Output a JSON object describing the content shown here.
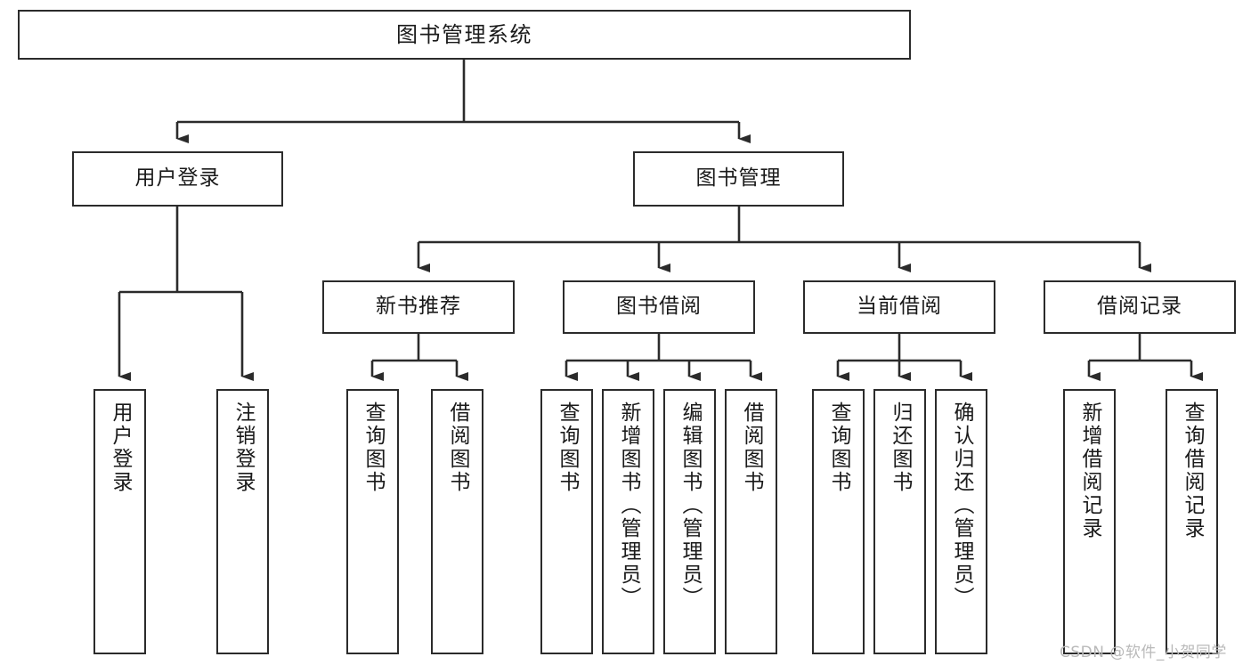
{
  "diagram": {
    "title": "图书管理系统",
    "type": "tree-hierarchy-diagram",
    "watermark": "CSDN @软件_小贺同学",
    "colors": {
      "background": "#ffffff",
      "box_border": "#2b2b2b",
      "box_fill": "#ffffff",
      "connector": "#2b2b2b",
      "text": "#1a1a1a",
      "watermark": "#b9b9b9"
    }
  },
  "nodes": {
    "root": {
      "label": "图书管理系统"
    },
    "level2": [
      {
        "id": "user-login",
        "label": "用户登录"
      },
      {
        "id": "book-management",
        "label": "图书管理"
      }
    ],
    "level3": [
      {
        "id": "new-book-recommend",
        "label": "新书推荐"
      },
      {
        "id": "book-borrow",
        "label": "图书借阅"
      },
      {
        "id": "current-borrow",
        "label": "当前借阅"
      },
      {
        "id": "borrow-record",
        "label": "借阅记录"
      }
    ],
    "leaves": {
      "user-login": [
        {
          "id": "leaf-user-login",
          "label": "用户登录"
        },
        {
          "id": "leaf-logout-login",
          "label": "注销登录"
        }
      ],
      "new-book-recommend": [
        {
          "id": "leaf-query-book-1",
          "label": "查询图书"
        },
        {
          "id": "leaf-borrow-book-1",
          "label": "借阅图书"
        }
      ],
      "book-borrow": [
        {
          "id": "leaf-query-book-2",
          "label": "查询图书"
        },
        {
          "id": "leaf-add-book",
          "label": "新增图书（管理员）"
        },
        {
          "id": "leaf-edit-book",
          "label": "编辑图书（管理员）"
        },
        {
          "id": "leaf-borrow-book-2",
          "label": "借阅图书"
        }
      ],
      "current-borrow": [
        {
          "id": "leaf-query-book-3",
          "label": "查询图书"
        },
        {
          "id": "leaf-return-book",
          "label": "归还图书"
        },
        {
          "id": "leaf-confirm-return",
          "label": "确认归还（管理员）"
        }
      ],
      "borrow-record": [
        {
          "id": "leaf-add-borrow-record",
          "label": "新增借阅记录"
        },
        {
          "id": "leaf-query-borrow-record",
          "label": "查询借阅记录"
        }
      ]
    }
  }
}
